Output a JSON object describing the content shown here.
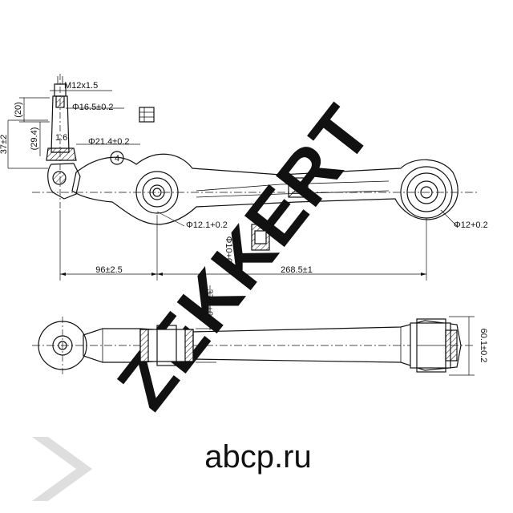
{
  "drawing": {
    "thread_label": "M12x1.5",
    "dim_20": "(20)",
    "dim_16_5": "Φ16.5±0.2",
    "dim_37": "37±2",
    "dim_29_4": "(29.4)",
    "taper_label": "1:6",
    "dim_21_4": "Φ21.4±0.2",
    "callout_4": "4",
    "dim_12_1": "Φ12.1+0.2",
    "dim_10": "Φ10+0.2",
    "dim_12": "Φ12+0.2",
    "dim_96": "96±2.5",
    "dim_268_5": "268.5±1",
    "dim_37_5": "37.5±0.2",
    "dim_60_1": "60.1±0.2"
  },
  "watermarks": {
    "brand": "ZEKKERT",
    "site": "abcp.ru"
  },
  "colors": {
    "line": "#111111",
    "watermark": "#d8d8d8",
    "watermark_site": "#cfcfcf"
  }
}
